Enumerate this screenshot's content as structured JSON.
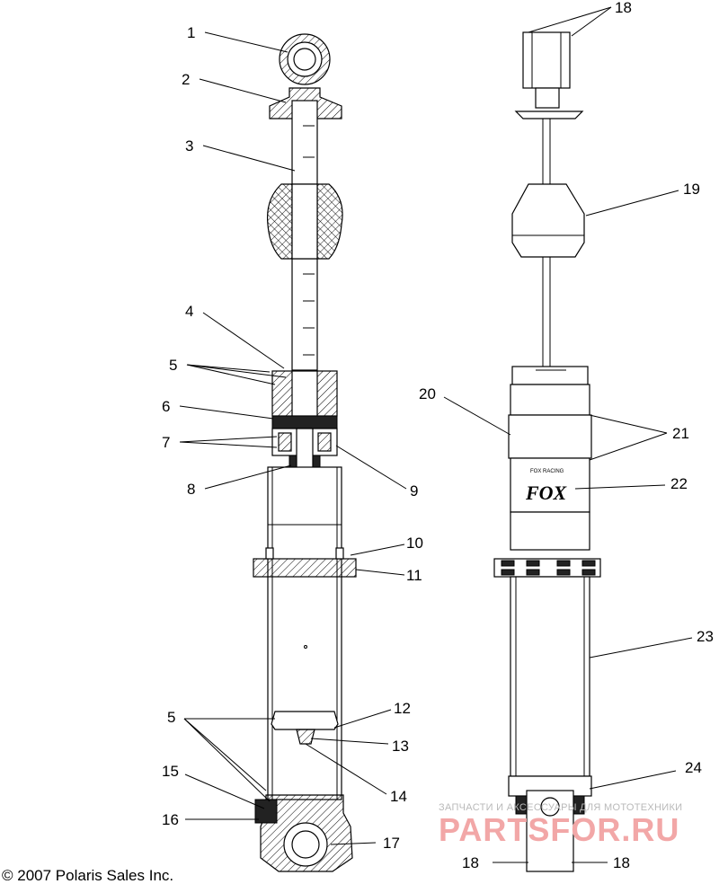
{
  "labels": [
    "1",
    "2",
    "3",
    "4",
    "5",
    "6",
    "7",
    "8",
    "9",
    "10",
    "11",
    "5",
    "12",
    "13",
    "14",
    "15",
    "16",
    "17",
    "18",
    "19",
    "20",
    "21",
    "22",
    "23",
    "24",
    "18",
    "18"
  ],
  "copyright": "© 2007 Polaris Sales Inc.",
  "watermark": {
    "tagline": "ЗАПЧАСТИ И АКСЕССУАРЫ ДЛЯ МОТОТЕХНИКИ",
    "brand": "PARTSFOR.RU"
  },
  "logo": {
    "small": "FOX RACING",
    "big": "FOX"
  },
  "colors": {
    "line": "#000000",
    "watermark_text": "#f2a7a7",
    "watermark_small": "#b9b9b9"
  }
}
